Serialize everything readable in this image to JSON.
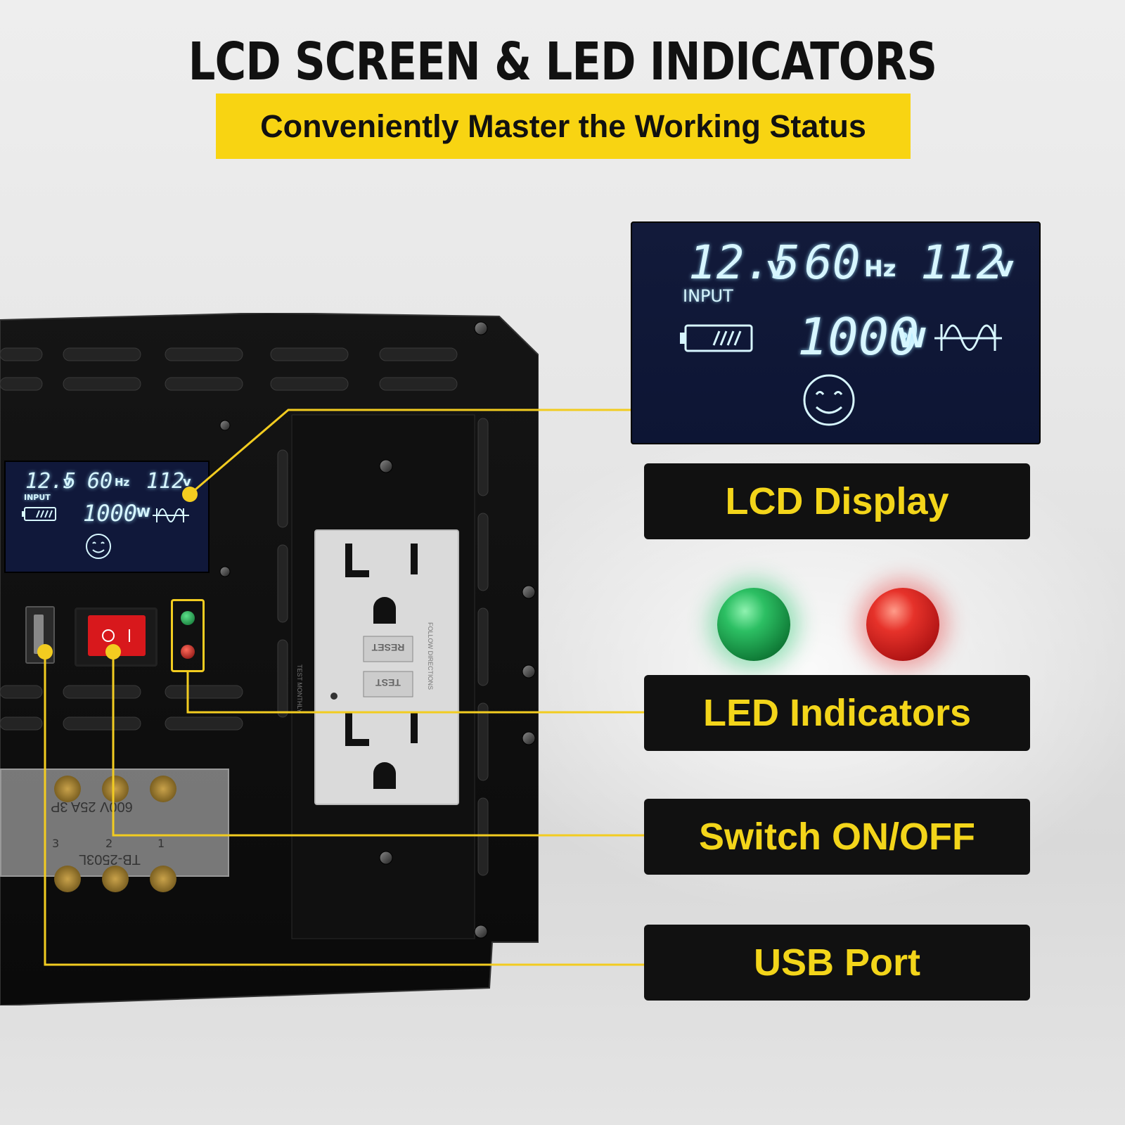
{
  "header": {
    "title": "LCD SCREEN & LED INDICATORS",
    "subtitle": "Conveniently Master the Working Status"
  },
  "lcd_display": {
    "input_voltage": "12.5",
    "input_voltage_unit": "v",
    "input_label": "INPUT",
    "frequency": "60",
    "frequency_unit": "Hz",
    "output_voltage": "112",
    "output_voltage_unit": "v",
    "power": "1000",
    "power_unit": "W"
  },
  "device_lcd": {
    "input_voltage": "12.5",
    "input_voltage_unit": "v",
    "input_label": "INPUT",
    "frequency": "60",
    "frequency_unit": "Hz",
    "output_voltage": "112",
    "output_voltage_unit": "v",
    "power": "1000",
    "power_unit": "W"
  },
  "outlet": {
    "reset_label": "RESET",
    "test_label": "TEST",
    "test_monthly": "TEST MONTHLY",
    "follow_directions": "FOLLOW DIRECTIONS"
  },
  "terminal_block": {
    "rating": "600V 25A 3P",
    "model": "TB-2503L",
    "positions": [
      "3",
      "2",
      "1"
    ]
  },
  "callouts": [
    {
      "label": "LCD Display"
    },
    {
      "label": "LED Indicators"
    },
    {
      "label": "Switch ON/OFF"
    },
    {
      "label": "USB Port"
    }
  ],
  "colors": {
    "accent_yellow": "#f8d412",
    "label_text": "#f3d51a",
    "led_green": "#1f9a4a",
    "led_red": "#d01e1e",
    "lcd_bg": "#10183a",
    "lcd_text": "#d7f6ff"
  }
}
